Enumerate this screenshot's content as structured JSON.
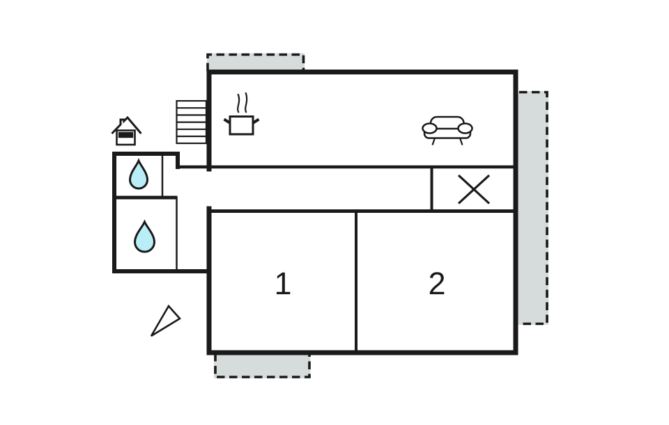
{
  "document": {
    "type": "floor-plan"
  },
  "colors": {
    "wall": "#1a1a1a",
    "terrace_fill": "#d6dcdb",
    "water_fill": "#b9eef6",
    "background": "#ffffff"
  },
  "rooms": {
    "bedroom1": {
      "label": "1"
    },
    "bedroom2": {
      "label": "2"
    }
  },
  "icons": {
    "kitchen": "cooking-pot-icon",
    "living_room": "sofa-icon",
    "bathroom": "water-drop-icon",
    "wc": "water-drop-icon",
    "staircase": "stairs-icon",
    "entrance": "house-icon",
    "utility": "cross-marker-icon",
    "compass": "north-arrow-icon"
  }
}
